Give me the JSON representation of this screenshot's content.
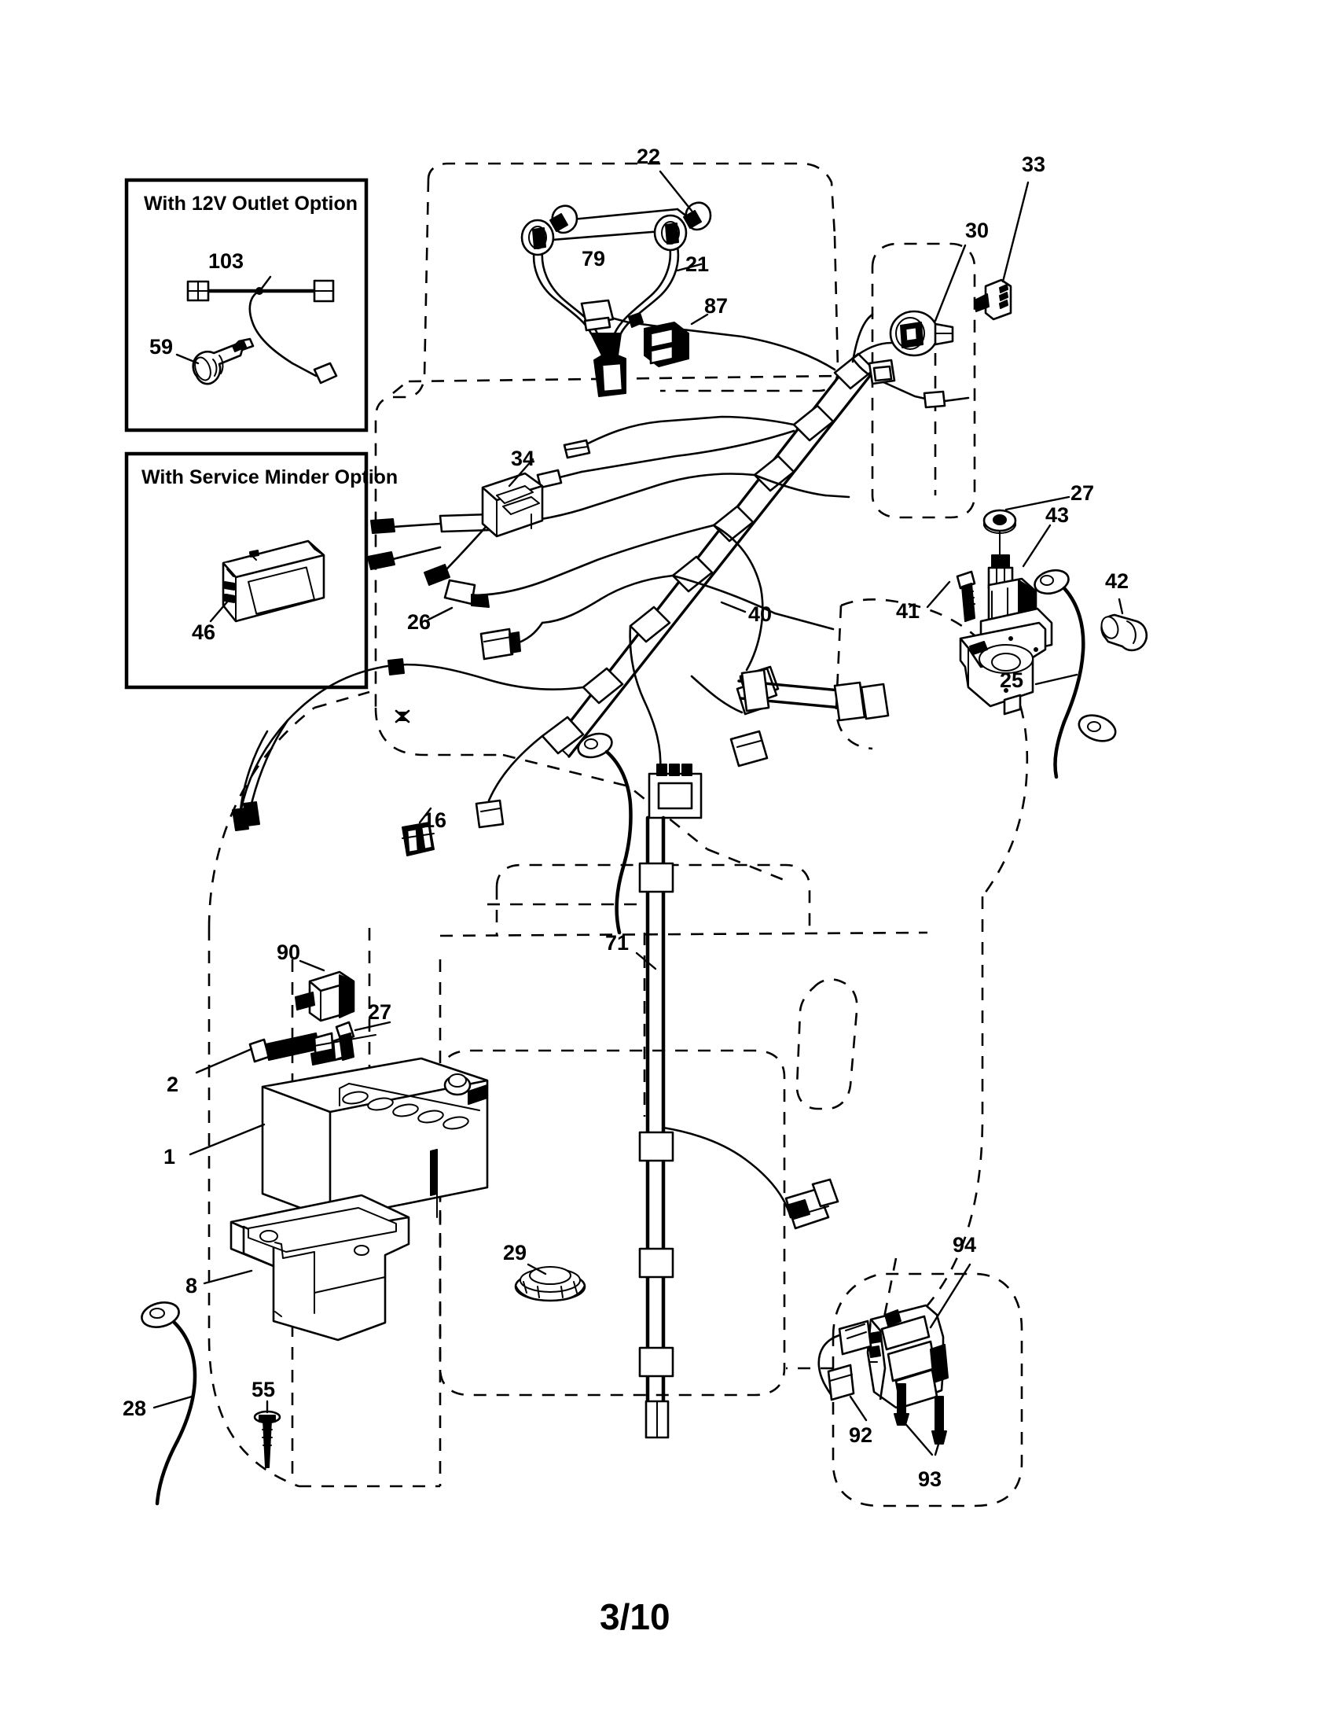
{
  "document": {
    "type": "exploded-parts-diagram",
    "subject": "Lawn tractor electrical system",
    "page_number": "3/10"
  },
  "insets": [
    {
      "id": "inset-12v-outlet",
      "title": "With 12V Outlet Option",
      "callouts": [
        "103",
        "59"
      ]
    },
    {
      "id": "inset-service-minder",
      "title": "With Service Minder Option",
      "callouts": [
        "46"
      ]
    }
  ],
  "callouts": {
    "c103": "103",
    "c59": "59",
    "c46": "46",
    "c22": "22",
    "c79": "79",
    "c21": "21",
    "c87": "87",
    "c30": "30",
    "c33": "33",
    "c34": "34",
    "c26": "26",
    "c40": "40",
    "c27_right": "27",
    "c43": "43",
    "c41": "41",
    "c25": "25",
    "c42": "42",
    "c16": "16",
    "c71": "71",
    "c90": "90",
    "c27_battery": "27",
    "c2": "2",
    "c1": "1",
    "c8": "8",
    "c29": "29",
    "c28": "28",
    "c55": "55",
    "c94": "94",
    "c92": "92",
    "c93": "93"
  },
  "colors": {
    "ink": "#000000",
    "background": "#ffffff"
  }
}
